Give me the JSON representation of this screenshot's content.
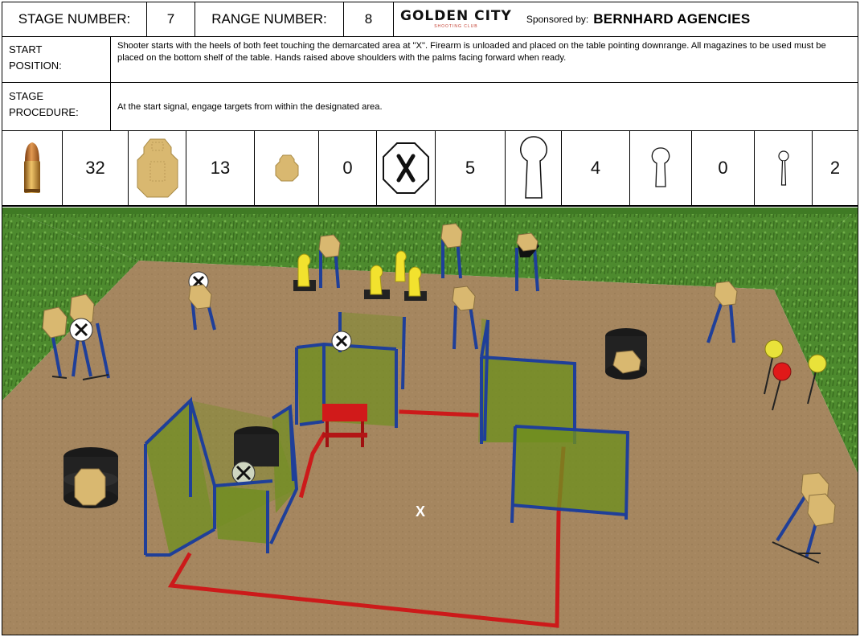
{
  "header": {
    "stage_label": "STAGE NUMBER:",
    "stage_number": "7",
    "range_label": "RANGE NUMBER:",
    "range_number": "8",
    "club_name": "GOLDEN CITY",
    "club_subtitle": "SHOOTING CLUB",
    "sponsor_label": "Sponsored by:",
    "sponsor_name": "BERNHARD AGENCIES"
  },
  "start_position": {
    "label_line1": "START",
    "label_line2": "POSITION:",
    "text": "Shooter starts with the heels of both feet touching the demarcated area at \"X\". Firearm is unloaded and placed on the table pointing downrange. All magazines to be used must be placed on the bottom shelf of the table. Hands raised above shoulders with the palms facing forward when ready."
  },
  "stage_procedure": {
    "label_line1": "STAGE",
    "label_line2": "PROCEDURE:",
    "text": "At the start signal, engage targets from within the designated area."
  },
  "counts": {
    "rounds": "32",
    "ipsc_targets": "13",
    "mini_targets": "0",
    "no_shoots": "5",
    "large_poppers": "4",
    "medium_poppers": "0",
    "plates": "2"
  },
  "icons": [
    "bullet-icon",
    "ipsc-target-icon",
    "mini-target-icon",
    "no-shoot-icon",
    "large-popper-icon",
    "medium-popper-icon",
    "plate-icon"
  ],
  "stage": {
    "start_marker": "X"
  },
  "colors": {
    "grass": "#4d8a2e",
    "ground": "#a58660",
    "wall_frame": "#1f3f99",
    "wall_panel": "#6f8f1f",
    "fault_line": "#cc1a1a",
    "target_tan": "#d9b870",
    "popper_yellow": "#f2e22e"
  }
}
